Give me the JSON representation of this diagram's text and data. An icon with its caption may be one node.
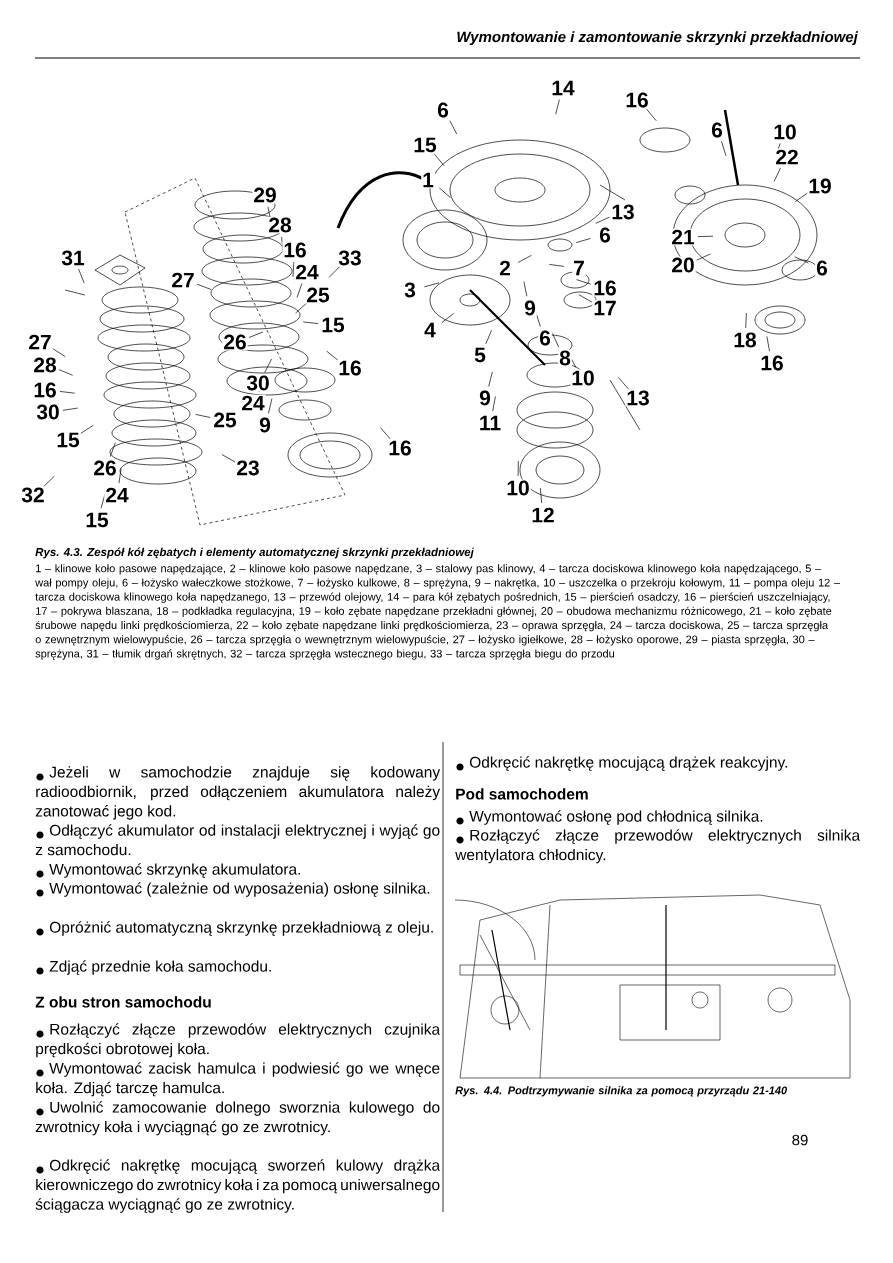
{
  "diagram": {
    "labels": [
      "Wymontowanie i zamontowanie skrzynki przekładniowej",
      "14",
      "16",
      "6",
      "6",
      "10",
      "15",
      "22",
      "1",
      "19",
      "29",
      "13",
      "28",
      "6",
      "21",
      "16",
      "31",
      "33",
      "24",
      "20",
      "6",
      "2",
      "7",
      "27",
      "16",
      "3",
      "25",
      "9",
      "17",
      "15",
      "4",
      "6",
      "18",
      "27",
      "26",
      "5",
      "8",
      "16",
      "28",
      "16",
      "10",
      "30",
      "16",
      "9",
      "13",
      "24",
      "30",
      "25",
      "11",
      "9",
      "15",
      "16",
      "26",
      "23",
      "10",
      "24",
      "32",
      "12",
      "15",
      "Rys. 4.3. Zespół kół zębatych i elementy automatycznej skrzynki przekładniowej",
      "1 – klinowe koło pasowe napędzające, 2 – klinowe koło pasowe napędzane, 3 – stalowy pas klinowy, 4 – tarcza dociskowa klinowego koła napędzającego, 5 – wał pompy oleju, 6 – łożysko wałeczkowe stożkowe, 7 – łożysko kulkowe, 8 – sprężyna, 9 – nakrętka, 10 – uszczelka o przekroju kołowym, 11 – pompa oleju 12 – tarcza dociskowa klinowego koła napędzanego, 13 – przewód olejowy, 14 – para kół zębatych pośrednich, 15 – pierścień osadczy, 16 – pierścień uszczelniający, 17 – pokrywa blaszana, 18 – podkładka regulacyjna, 19 – koło zębate napędzane przekładni głównej, 20 – obudowa mechanizmu różnicowego, 21 – koło zębate śrubowe napędu linki prędkościomierza, 22 – koło zębate napędzane linki prędkościomierza, 23 – oprawa sprzęgła, 24 – tarcza dociskowa, 25 – tarcza sprzęgła o zewnętrznym wielowypuście, 26 – tarcza sprzęgła o wewnętrznym wielowypuście, 27 – łożysko igiełkowe, 28 – łożysko oporowe, 29 – piasta sprzęgła, 30 – sprężyna, 31 – tłumik drgań skrętnych, 32 – tarcza sprzęgła wstecznego biegu, 33 – tarcza sprzęgła biegu do przodu",
      "Jeżeli w samochodzie znajduje się kodowany radioodbiornik, przed odłączeniem akumulatora należy zanotować jego kod.",
      "Odłączyć akumulator od instalacji elektrycznej i wyjąć go z samochodu.",
      "Wymontować skrzynkę akumulatora.",
      "Wymontować (zależnie od wyposażenia) osłonę silnika.",
      "Opróżnić automatyczną skrzynkę przekładniową z oleju.",
      "Zdjąć przednie koła samochodu.",
      "Z obu stron samochodu",
      "Rozłączyć złącze przewodów elektrycznych czujnika prędkości obrotowej koła.",
      "Wymontować zacisk hamulca i podwiesić go we wnęce koła. Zdjąć tarczę hamulca.",
      "Uwolnić zamocowanie dolnego sworznia kulowego do zwrotnicy koła i wyciągnąć go ze zwrotnicy.",
      "Odkręcić nakrętkę mocującą sworzeń kulowy drążka kierowniczego do zwrotnicy koła i za pomocą uniwersalnego ściągacza wyciągnąć go ze zwrotnicy.",
      "Odkręcić nakrętkę mocującą drążek reakcyjny.",
      "Pod samochodem",
      "Wymontować osłonę pod chłodnicą silnika.",
      "Rozłączyć złącze przewodów elektrycznych silnika wentylatora chłodnicy.",
      "Rys. 4.4. Podtrzymywanie silnika za pomocą przyrządu 21-140",
      "89"
    ]
  }
}
